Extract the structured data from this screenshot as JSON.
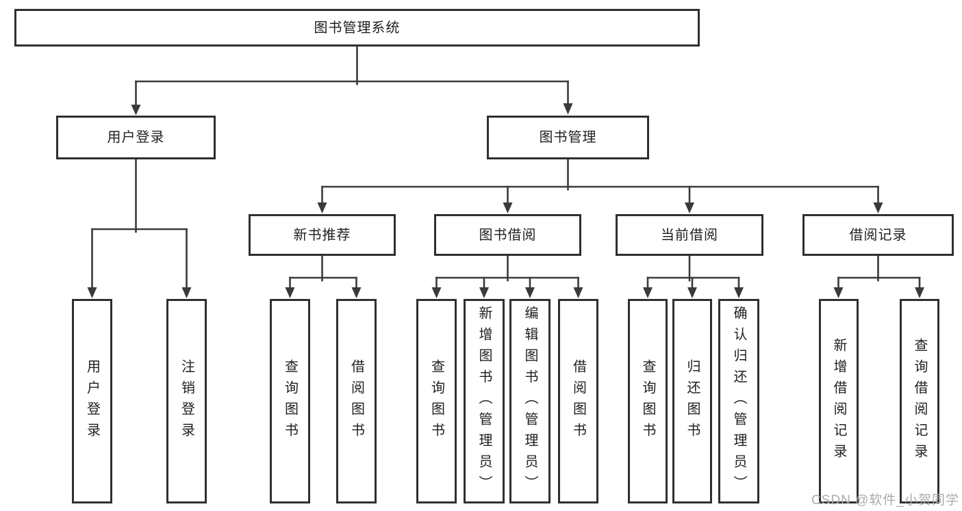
{
  "tree": {
    "root": {
      "label": "图书管理系统",
      "children": [
        {
          "label": "用户登录",
          "children": [
            {
              "label": "用户登录"
            },
            {
              "label": "注销登录"
            }
          ]
        },
        {
          "label": "图书管理",
          "children": [
            {
              "label": "新书推荐",
              "children": [
                {
                  "label": "查询图书"
                },
                {
                  "label": "借阅图书"
                }
              ]
            },
            {
              "label": "图书借阅",
              "children": [
                {
                  "label": "查询图书"
                },
                {
                  "label": "新增图书（管理员）"
                },
                {
                  "label": "编辑图书（管理员）"
                },
                {
                  "label": "借阅图书"
                }
              ]
            },
            {
              "label": "当前借阅",
              "children": [
                {
                  "label": "查询图书"
                },
                {
                  "label": "归还图书"
                },
                {
                  "label": "确认归还（管理员）"
                }
              ]
            },
            {
              "label": "借阅记录",
              "children": [
                {
                  "label": "新增借阅记录"
                },
                {
                  "label": "查询借阅记录"
                }
              ]
            }
          ]
        }
      ]
    }
  },
  "watermark": {
    "text": "CSDN @软件_小贺同学"
  },
  "colors": {
    "line": "#3a3a3a",
    "box_border": "#2f2f2f",
    "text": "#1f1f1f",
    "watermark": "#ababab",
    "background": "#ffffff"
  }
}
